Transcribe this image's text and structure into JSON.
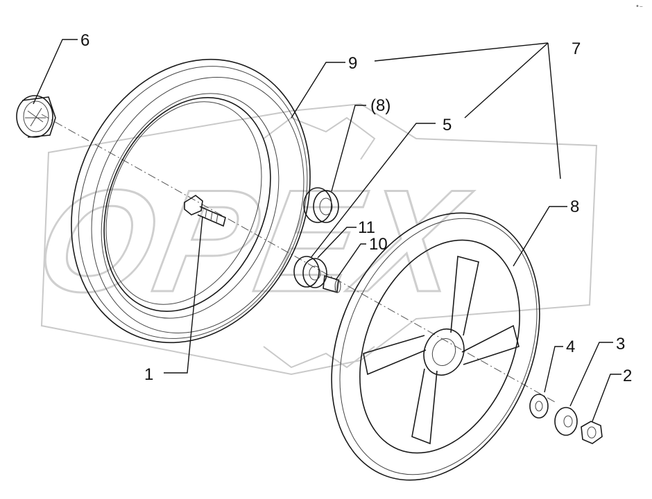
{
  "watermark": {
    "text": "OPEX"
  },
  "corner_mark": "•–",
  "callouts": [
    {
      "id": "1",
      "label": "1"
    },
    {
      "id": "2",
      "label": "2"
    },
    {
      "id": "3",
      "label": "3"
    },
    {
      "id": "4",
      "label": "4"
    },
    {
      "id": "5",
      "label": "5"
    },
    {
      "id": "6",
      "label": "6"
    },
    {
      "id": "7",
      "label": "7"
    },
    {
      "id": "8",
      "label": "8"
    },
    {
      "id": "8p",
      "label": "(8)"
    },
    {
      "id": "9",
      "label": "9"
    },
    {
      "id": "10",
      "label": "10"
    },
    {
      "id": "11",
      "label": "11"
    }
  ],
  "colors": {
    "line": "#111111",
    "watermark": "#cfcfcf",
    "background": "#ffffff"
  }
}
